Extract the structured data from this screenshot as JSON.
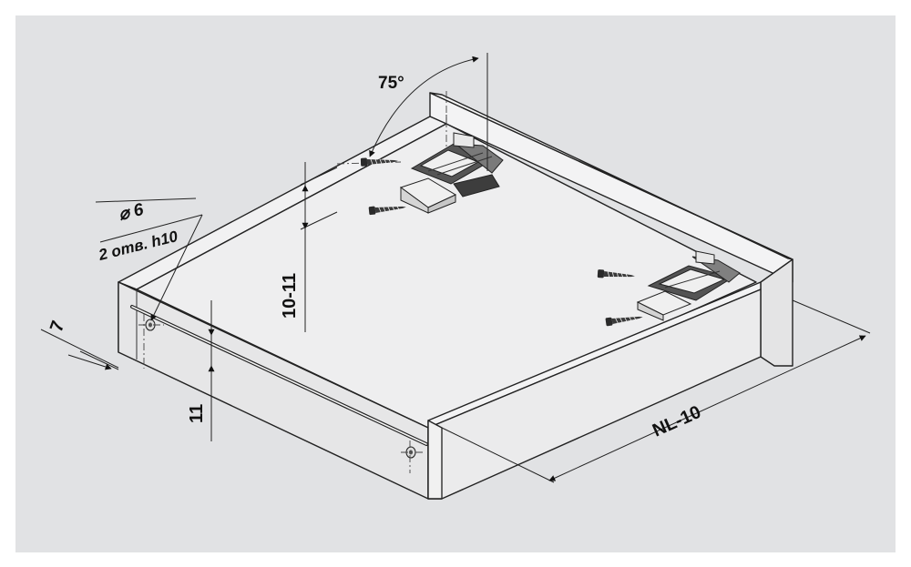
{
  "colors": {
    "background": "#ffffff",
    "panel": "#e1e2e4",
    "wood_face": "#e9e9ea",
    "wood_top": "#f3f3f4",
    "wood_side": "#dcdcdd",
    "line": "#222222",
    "dash": "#444444",
    "hardware_dark": "#3a3a3a",
    "hardware_light": "#f1f1f1"
  },
  "labels": {
    "angle": "75°",
    "diameter": "⌀ 6",
    "holes": "2 отв. h10",
    "dim_7": "7",
    "dim_10_11": "10-11",
    "dim_11": "11",
    "dim_nl": "NL-10"
  },
  "icons": {
    "screw": "screw-icon",
    "clip": "front-fixing-clip-icon",
    "locking_device": "locking-device-icon"
  }
}
